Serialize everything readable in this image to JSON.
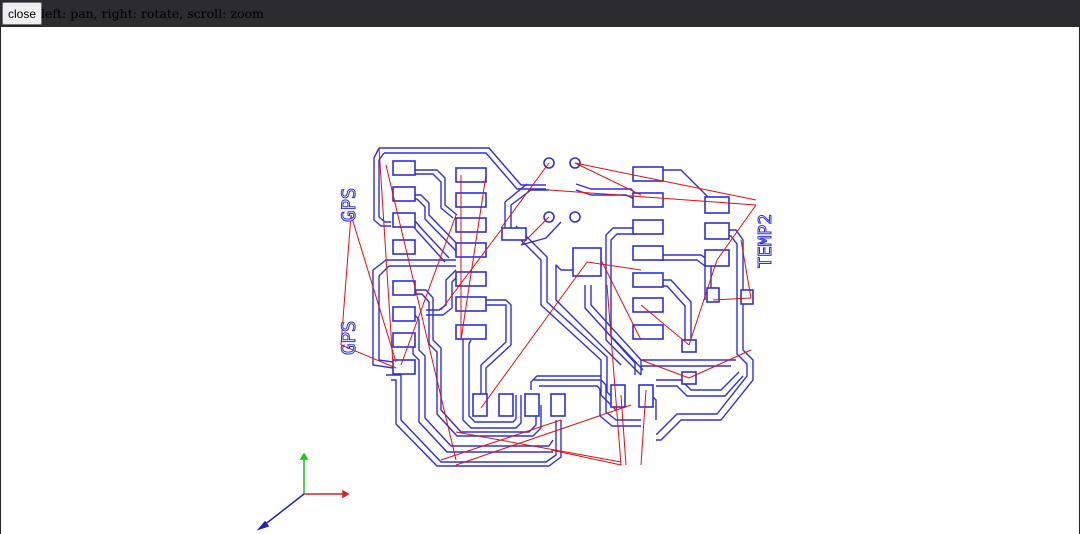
{
  "toolbar": {
    "close_label": "close",
    "hint": "left: pan, right: rotate, scroll: zoom"
  },
  "board": {
    "labels": [
      "GPS",
      "GPS",
      "TEMP2"
    ]
  },
  "colors": {
    "trace": "#3030d8",
    "ratsnest": "#e01010",
    "axis_x": "#e02020",
    "axis_y": "#20c020",
    "axis_z": "#2020c0"
  }
}
